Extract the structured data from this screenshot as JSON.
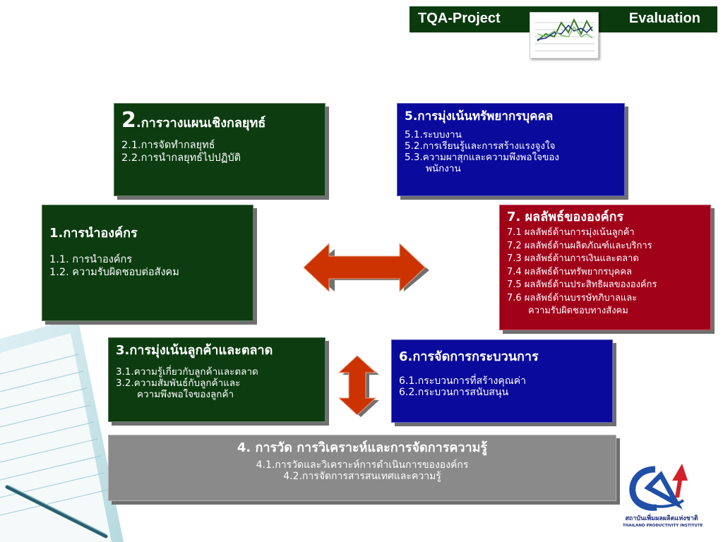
{
  "header": {
    "left_label": "TQA-Project",
    "right_label": "Evaluation",
    "chart_icon": "line-chart-icon"
  },
  "boxes": {
    "box1": {
      "title": "1.การนำองค์กร",
      "items": [
        "1.1. การนำองค์กร",
        "1.2. ความรับผิดชอบต่อสังคม"
      ],
      "color": "#0c3c10"
    },
    "box2": {
      "num": "2",
      "title": ".การวางแผนเชิงกลยุทธ์",
      "items": [
        "2.1.การจัดทำกลยุทธ์",
        "2.2.การนำกลยุทธ์ไปปฏิบัติ"
      ],
      "color": "#0c3c10"
    },
    "box3": {
      "title": "3.การมุ่งเน้นลูกค้าและตลาด",
      "items": [
        "3.1.ความรู้เกี่ยวกับลูกค้าและตลาด",
        "3.2.ความสัมพันธ์กับลูกค้าและ",
        "ความพึงพอใจของลูกค้า"
      ],
      "color": "#0c3c10"
    },
    "box4": {
      "title": "4. การวัด การวิเคราะห์และการจัดการความรู้",
      "items": [
        "4.1.การวัดและวิเคราะห์การดำเนินการขององค์กร",
        "4.2.การจัดการสารสนเทศและความรู้"
      ],
      "color": "#8a8a8a"
    },
    "box5": {
      "title": "5.การมุ่งเน้นทรัพยากรบุคคล",
      "items": [
        "5.1.ระบบงาน",
        "5.2.การเรียนรู้และการสร้างแรงจูงใจ",
        "5.3.ความผาสุกและความพึงพอใจของ",
        "พนักงาน"
      ],
      "color": "#0a0a9c"
    },
    "box6": {
      "title": "6.การจัดการกระบวนการ",
      "items": [
        "6.1.กระบวนการที่สร้างคุณค่า",
        "6.2.กระบวนการสนับสนุน"
      ],
      "color": "#0a0a9c"
    },
    "box7": {
      "title": "7. ผลลัพธ์ขององค์กร",
      "items": [
        "7.1 ผลลัพธ์ด้านการมุ่งเน้นลูกค้า",
        "7.2 ผลลัพธ์ด้านผลิตภัณฑ์และบริการ",
        "7.3 ผลลัพธ์ด้านการเงินและตลาด",
        "7.4 ผลลัพธ์ด้านทรัพยากรบุคคล",
        "7.5 ผลลัพธ์ด้านประสิทธิผลขององค์กร",
        "7.6 ผลลัพธ์ด้านบรรษัทภิบาลและ",
        "ความรับผิดชอบทางสังคม"
      ],
      "color": "#a10019"
    }
  },
  "arrows": {
    "color": "#cc3300",
    "horizontal": "double-arrow-horizontal-icon",
    "vertical": "double-arrow-vertical-icon"
  },
  "logo": {
    "line1": "สถาบันเพิ่มผลผลิตแห่งชาติ",
    "line2": "THAILAND PRODUCTIVITY INSTITUTE",
    "icon": "tpi-logo-icon"
  }
}
